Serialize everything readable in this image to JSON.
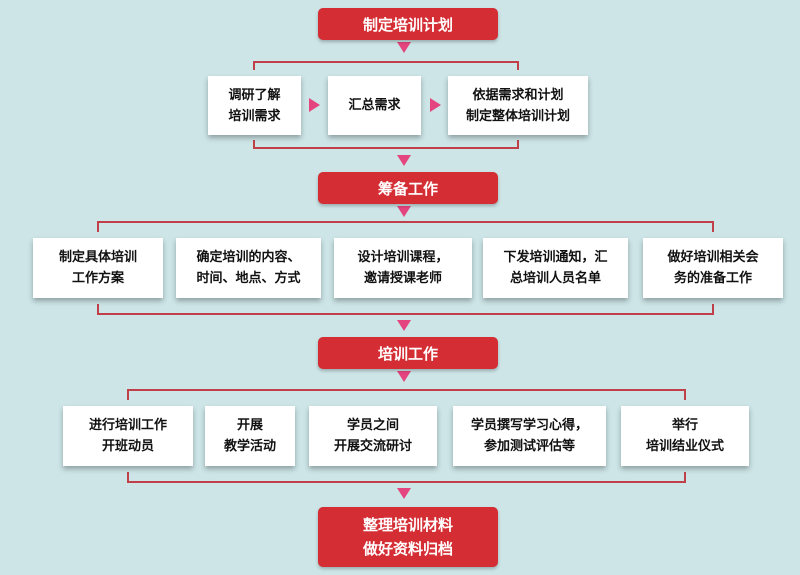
{
  "colors": {
    "accent": "#d42d33",
    "connector": "#c0404a",
    "background": "#cde5e7",
    "card": "#ffffff"
  },
  "stages": [
    {
      "title": "制定培训计划",
      "steps": [
        {
          "lines": [
            "调研了解",
            "培训需求"
          ]
        },
        {
          "lines": [
            "汇总需求"
          ]
        },
        {
          "lines": [
            "依据需求和计划",
            "制定整体培训计划"
          ]
        }
      ]
    },
    {
      "title": "筹备工作",
      "steps": [
        {
          "lines": [
            "制定具体培训",
            "工作方案"
          ]
        },
        {
          "lines": [
            "确定培训的内容、",
            "时间、地点、方式"
          ]
        },
        {
          "lines": [
            "设计培训课程，",
            "邀请授课老师"
          ]
        },
        {
          "lines": [
            "下发培训通知，汇",
            "总培训人员名单"
          ]
        },
        {
          "lines": [
            "做好培训相关会",
            "务的准备工作"
          ]
        }
      ]
    },
    {
      "title": "培训工作",
      "steps": [
        {
          "lines": [
            "进行培训工作",
            "开班动员"
          ]
        },
        {
          "lines": [
            "开展",
            "教学活动"
          ]
        },
        {
          "lines": [
            "学员之间",
            "开展交流研讨"
          ]
        },
        {
          "lines": [
            "学员撰写学习心得，",
            "参加测试评估等"
          ]
        },
        {
          "lines": [
            "举行",
            "培训结业仪式"
          ]
        }
      ]
    }
  ],
  "final": {
    "lines": [
      "整理培训材料",
      "做好资料归档"
    ]
  }
}
